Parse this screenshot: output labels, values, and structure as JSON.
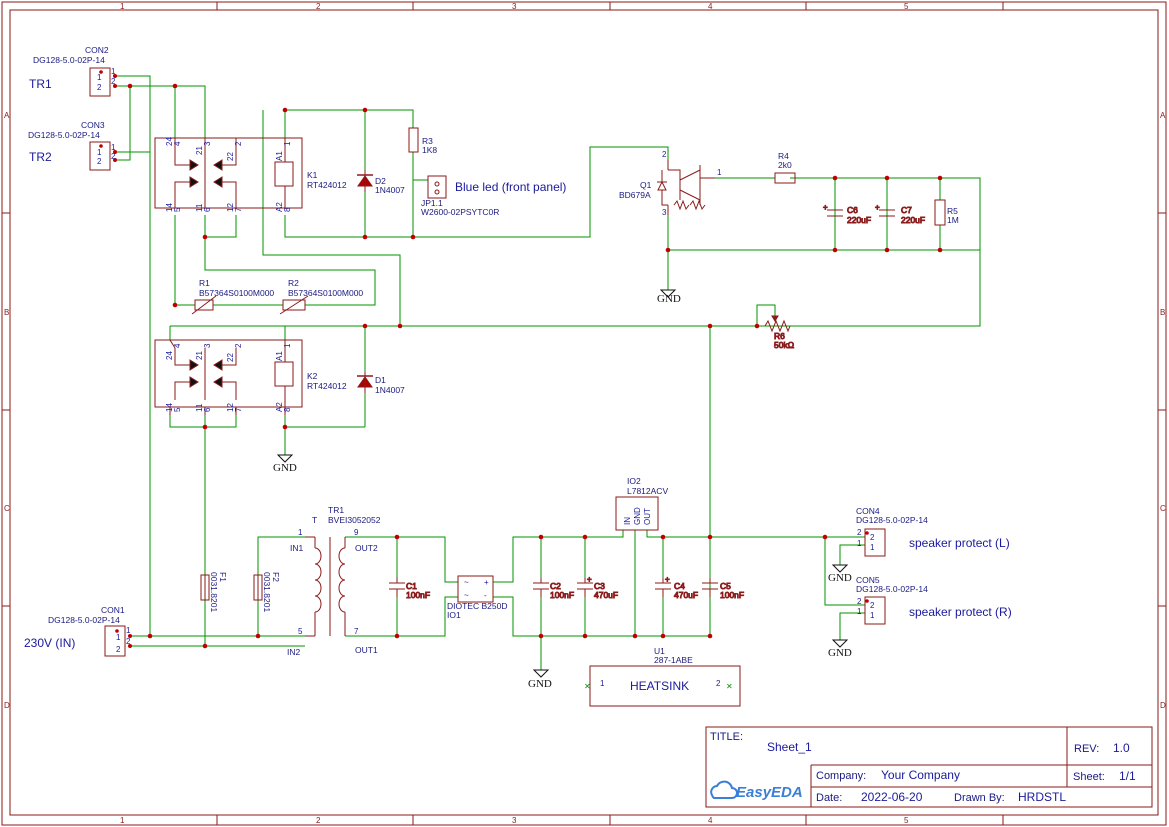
{
  "border": {
    "cols": [
      "1",
      "2",
      "3",
      "4",
      "5"
    ],
    "rows": [
      "A",
      "B",
      "C",
      "D"
    ]
  },
  "labels": {
    "tr1": "TR1",
    "tr2": "TR2",
    "mains": "230V (IN)",
    "blue_led": "Blue led (front panel)",
    "spk_l": "speaker protect (L)",
    "spk_r": "speaker protect (R)",
    "heatsink": "HEATSINK",
    "t": "T",
    "in1": "IN1",
    "in2": "IN2",
    "out1": "OUT1",
    "out2": "OUT2"
  },
  "components": {
    "con2": {
      "ref": "CON2",
      "value": "DG128-5.0-02P-14"
    },
    "con3": {
      "ref": "CON3",
      "value": "DG128-5.0-02P-14"
    },
    "con1": {
      "ref": "CON1",
      "value": "DG128-5.0-02P-14"
    },
    "con4": {
      "ref": "CON4",
      "value": "DG128-5.0-02P-14"
    },
    "con5": {
      "ref": "CON5",
      "value": "DG128-5.0-02P-14"
    },
    "k1": {
      "ref": "K1",
      "value": "RT424012"
    },
    "k2": {
      "ref": "K2",
      "value": "RT424012"
    },
    "d1": {
      "ref": "D1",
      "value": "1N4007"
    },
    "d2": {
      "ref": "D2",
      "value": "1N4007"
    },
    "r1": {
      "ref": "R1",
      "value": "B57364S0100M000"
    },
    "r2": {
      "ref": "R2",
      "value": "B57364S0100M000"
    },
    "r3": {
      "ref": "R3",
      "value": "1K8"
    },
    "r4": {
      "ref": "R4",
      "value": "2k0"
    },
    "r5": {
      "ref": "R5",
      "value": "1M"
    },
    "r6": {
      "ref": "R6",
      "value": "50kΩ"
    },
    "jp1": {
      "ref": "JP1.1",
      "value": "W2600-02PSYTC0R"
    },
    "q1": {
      "ref": "Q1",
      "value": "BD679A"
    },
    "c6": {
      "ref": "C6",
      "value": "220uF"
    },
    "c7": {
      "ref": "C7",
      "value": "220uF"
    },
    "tr1x": {
      "ref": "TR1",
      "value": "BVEI3052052"
    },
    "f1": {
      "ref": "F1",
      "value": "0031.8201"
    },
    "f2": {
      "ref": "F2",
      "value": "0031.8201"
    },
    "c1": {
      "ref": "C1",
      "value": "100nF"
    },
    "io1": {
      "ref": "IO1",
      "value": "DIOTEC B250D"
    },
    "io2": {
      "ref": "IO2",
      "value": "L7812ACV"
    },
    "c2": {
      "ref": "C2",
      "value": "100nF"
    },
    "c3": {
      "ref": "C3",
      "value": "470uF"
    },
    "c4": {
      "ref": "C4",
      "value": "470uF"
    },
    "c5": {
      "ref": "C5",
      "value": "100nF"
    },
    "u1": {
      "ref": "U1",
      "value": "287-1ABE"
    }
  },
  "gnd_label": "GND",
  "title_block": {
    "title_label": "TITLE:",
    "title": "Sheet_1",
    "rev_label": "REV:",
    "rev": "1.0",
    "company_label": "Company:",
    "company": "Your Company",
    "sheet_label": "Sheet:",
    "sheet": "1/1",
    "date_label": "Date:",
    "date": "2022-06-20",
    "drawn_label": "Drawn By:",
    "drawn_by": "HRDSTL",
    "logo_text": "EasyEDA"
  },
  "colors": {
    "wire": "#009600",
    "component": "#8b1a1a",
    "text": "#1a1a9c",
    "junction": "#c00000",
    "border": "#8b1a1a"
  }
}
